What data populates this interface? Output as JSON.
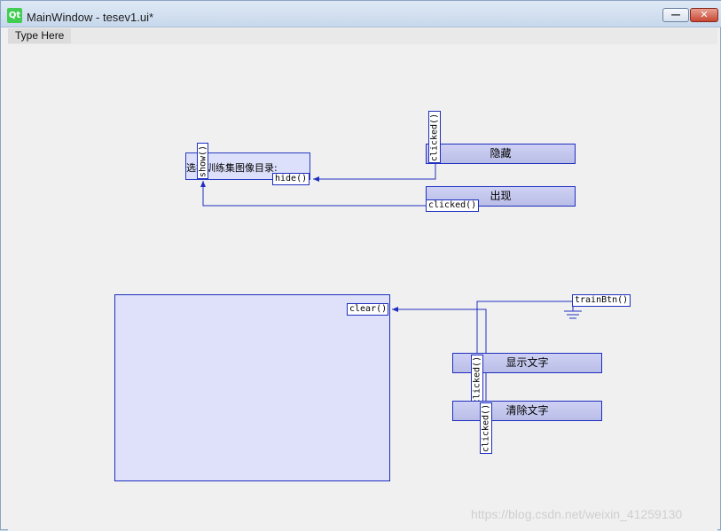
{
  "window": {
    "title": "MainWindow - tesev1.ui*",
    "logo_text": "Qt",
    "minimize_glyph": "—",
    "close_glyph": "✕"
  },
  "menubar": {
    "item": "Type Here"
  },
  "label": {
    "text": "选择训练集图像目录:"
  },
  "buttons": {
    "hide": "隐藏",
    "show": "出现",
    "show_text": "显示文字",
    "clear_text": "清除文字"
  },
  "connections": {
    "hide_slot": "hide()",
    "show_slot": "show()",
    "clicked": "clicked()",
    "clear_slot": "clear()",
    "train_signal": "trainBtn()"
  },
  "watermark": "https://blog.csdn.net/weixin_41259130",
  "colors": {
    "wire": "#1f2fbf",
    "widget_fill": "#dde0fb",
    "button_fill": "#c6c9ee"
  }
}
